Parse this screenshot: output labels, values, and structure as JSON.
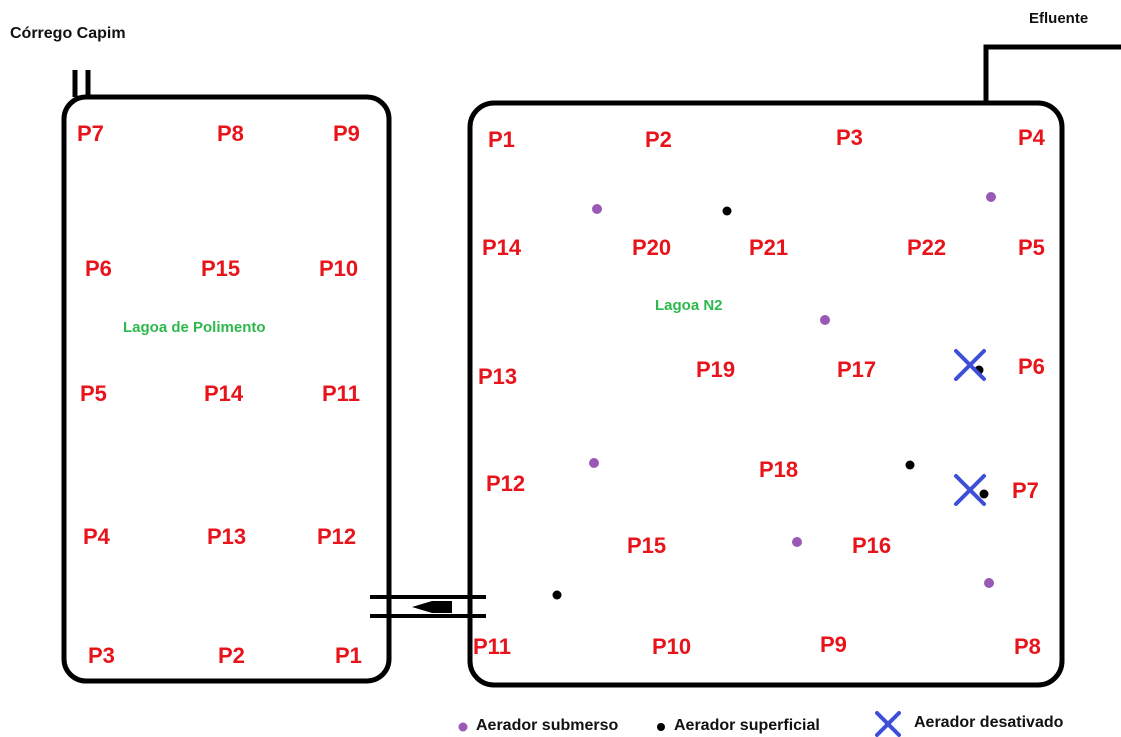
{
  "labels": {
    "source": "Córrego Capim",
    "effluent": "Efluente",
    "polishing_pond": "Lagoa de Polimento",
    "n2_pond": "Lagoa N2"
  },
  "polishing_points": [
    "P1",
    "P2",
    "P3",
    "P4",
    "P5",
    "P6",
    "P7",
    "P8",
    "P9",
    "P10",
    "P11",
    "P12",
    "P13",
    "P14",
    "P15"
  ],
  "n2_points": [
    "P1",
    "P2",
    "P3",
    "P4",
    "P5",
    "P6",
    "P7",
    "P8",
    "P9",
    "P10",
    "P11",
    "P12",
    "P13",
    "P14",
    "P15",
    "P16",
    "P17",
    "P18",
    "P19",
    "P20",
    "P21",
    "P22"
  ],
  "legend": {
    "submerged": "Aerador submerso",
    "surface": "Aerador superficial",
    "disabled": "Aerador desativado"
  },
  "colors": {
    "outline": "#000000",
    "point_label": "#e8141c",
    "pond_label": "#2db84d",
    "submerged_aerator": "#9b59b6",
    "surface_aerator": "#000000",
    "disabled_mark": "#3d4fd6"
  }
}
